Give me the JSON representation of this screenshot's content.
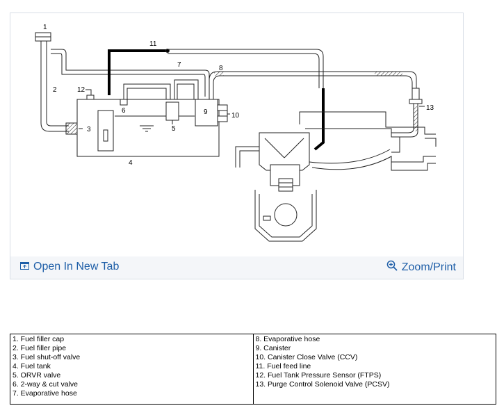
{
  "diagram": {
    "callouts": [
      "1",
      "2",
      "3",
      "4",
      "5",
      "6",
      "7",
      "8",
      "9",
      "10",
      "11",
      "12",
      "13"
    ]
  },
  "toolbar": {
    "open_label": "Open In New Tab",
    "zoom_label": "Zoom/Print",
    "open_icon": "open-new-tab-icon",
    "zoom_icon": "zoom-in-icon",
    "link_color": "#1f5fa8"
  },
  "legend": {
    "left": [
      "1. Fuel filler cap",
      "2. Fuel filler pipe",
      "3. Fuel shut-off valve",
      "4. Fuel tank",
      "5. ORVR valve",
      "6. 2-way & cut valve",
      "7. Evaporative hose"
    ],
    "right": [
      "8. Evaporative hose",
      "9. Canister",
      "10. Canister Close Valve (CCV)",
      "11. Fuel feed line",
      "12. Fuel Tank Pressure Sensor (FTPS)",
      "13. Purge Control Solenoid Valve (PCSV)"
    ]
  }
}
